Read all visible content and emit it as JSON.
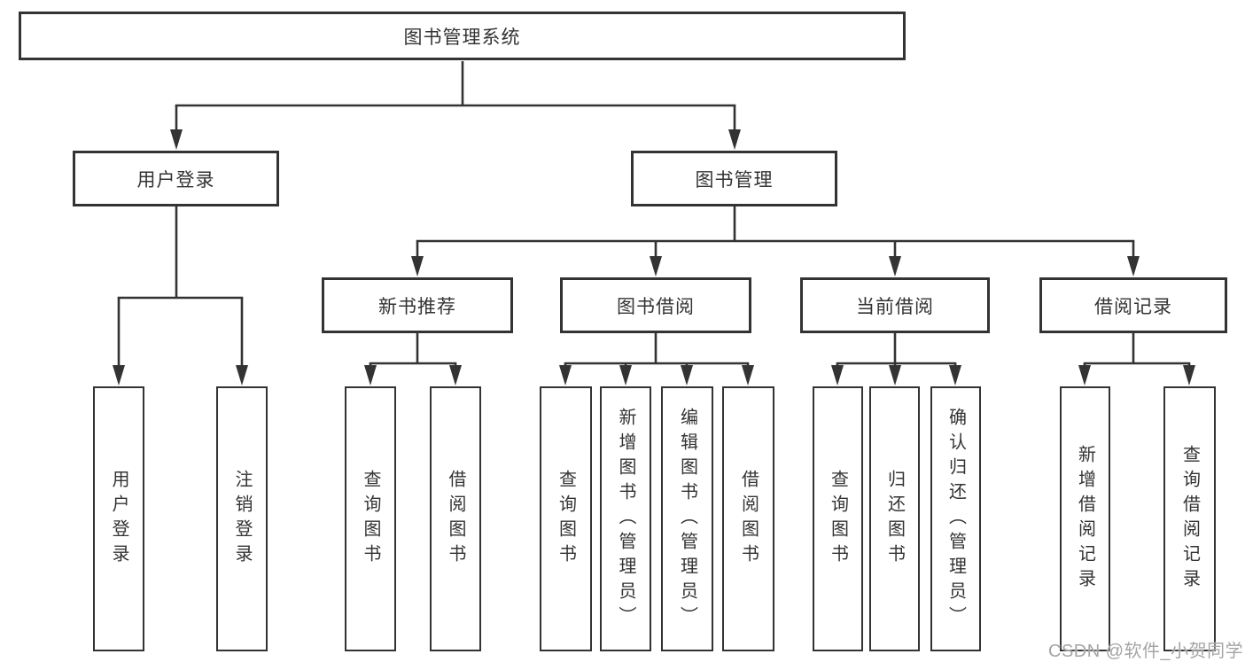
{
  "diagram_title": "图书管理系统",
  "colors": {
    "line": "#333333",
    "box_border": "#333333",
    "text": "#333333",
    "background": "#ffffff",
    "watermark": "#a5a5a5"
  },
  "tree": {
    "root": {
      "label": "图书管理系统",
      "children": [
        {
          "label": "用户登录",
          "children": [
            {
              "label": "用户登录"
            },
            {
              "label": "注销登录"
            }
          ]
        },
        {
          "label": "图书管理",
          "children": [
            {
              "label": "新书推荐",
              "children": [
                {
                  "label": "查询图书"
                },
                {
                  "label": "借阅图书"
                }
              ]
            },
            {
              "label": "图书借阅",
              "children": [
                {
                  "label": "查询图书"
                },
                {
                  "label": "新增图书（管理员）"
                },
                {
                  "label": "编辑图书（管理员）"
                },
                {
                  "label": "借阅图书"
                }
              ]
            },
            {
              "label": "当前借阅",
              "children": [
                {
                  "label": "查询图书"
                },
                {
                  "label": "归还图书"
                },
                {
                  "label": "确认归还（管理员）"
                }
              ]
            },
            {
              "label": "借阅记录",
              "children": [
                {
                  "label": "新增借阅记录"
                },
                {
                  "label": "查询借阅记录"
                }
              ]
            }
          ]
        }
      ]
    }
  },
  "watermark": {
    "text": "CSDN @软件_小贺同学"
  }
}
